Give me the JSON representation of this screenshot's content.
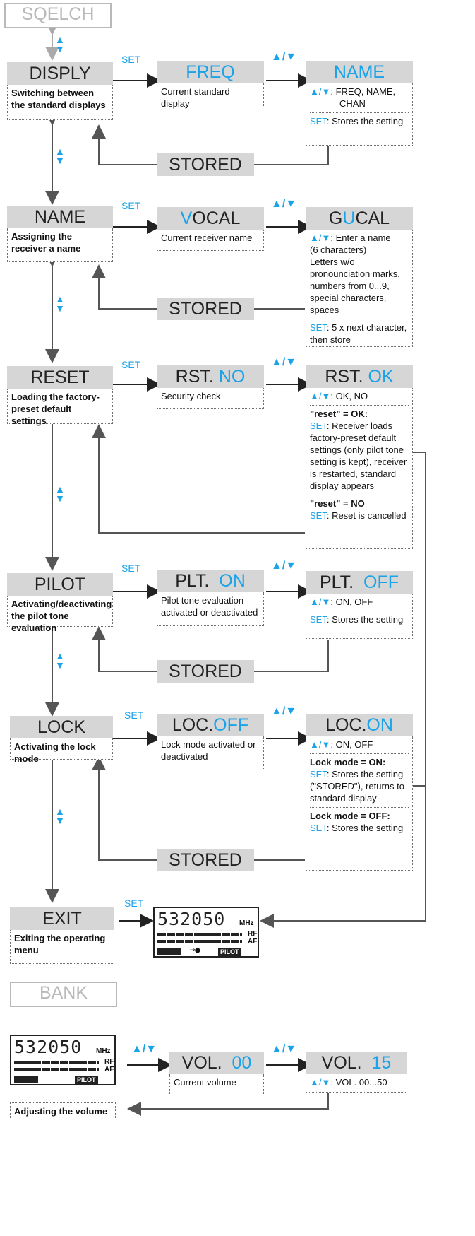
{
  "menu": {
    "sqelch": "SQELCH",
    "bank": "BANK",
    "set": "SET",
    "arrows": "▲/▼",
    "up": "▲",
    "down": "▼",
    "display": {
      "title": "DISPLY",
      "desc": "Switching between the standard displays",
      "current": "FREQ",
      "current_desc": "Current standard display",
      "next": "NAME",
      "next_lines": [
        "FREQ, NAME,",
        "CHAN"
      ],
      "set_text": ": Stores the setting",
      "stored": "STORED"
    },
    "name": {
      "title": "NAME",
      "desc": "Assigning the receiver a name",
      "current_first": "V",
      "current_rest": "OCAL",
      "current_desc": "Current receiver name",
      "next_a": "G",
      "next_b": "U",
      "next_c": "CAL",
      "line1": ": Enter a name",
      "line2": "(6 characters)",
      "line3": "Letters w/o pronounciation marks, numbers from 0...9, special characters, spaces",
      "set_text": ": 5 x next character, then store",
      "stored": "STORED"
    },
    "reset": {
      "title": "RESET",
      "desc": "Loading the factory-preset default settings",
      "current_a": "RST.",
      "current_b": "NO",
      "current_desc": "Security check",
      "next_a": "RST.",
      "next_b": "OK",
      "arrows_text": ": OK, NO",
      "ok_head": "\"reset\" = OK:",
      "ok_text": ": Receiver loads factory-preset default settings (only pilot tone setting is kept), receiver is restarted, standard display appears",
      "no_head": "\"reset\" = NO",
      "no_text": ":  Reset is cancelled"
    },
    "pilot": {
      "title": "PILOT",
      "desc": "Activating/deactivating the pilot tone evaluation",
      "current_a": "PLT.",
      "current_b": "ON",
      "current_desc": "Pilot tone evaluation activated or deactivated",
      "next_a": "PLT.",
      "next_b": "OFF",
      "arrows_text": ": ON, OFF",
      "set_text": ": Stores the setting",
      "stored": "STORED"
    },
    "lock": {
      "title": "LOCK",
      "desc": "Activating the lock mode",
      "current_a": "LOC.",
      "current_b": "OFF",
      "current_desc": "Lock mode activated or deactivated",
      "next_a": "LOC.",
      "next_b": "ON",
      "arrows_text": ": ON, OFF",
      "on_head": "Lock mode = ON:",
      "on_text": ": Stores the setting (\"STORED\"), returns to standard display",
      "off_head": "Lock mode = OFF:",
      "off_text": ": Stores the setting",
      "stored": "STORED"
    },
    "exit": {
      "title": "EXIT",
      "desc": "Exiting the operating menu"
    },
    "lcd": {
      "freq": "532050",
      "mhz": "MHz",
      "rf": "RF",
      "af": "AF",
      "pilot": "PILOT"
    },
    "volume": {
      "current_a": "VOL.",
      "current_b": "00",
      "current_desc": "Current volume",
      "next_a": "VOL.",
      "next_b": "15",
      "arrows_text": ": VOL. 00...50",
      "desc": "Adjusting the volume"
    }
  }
}
